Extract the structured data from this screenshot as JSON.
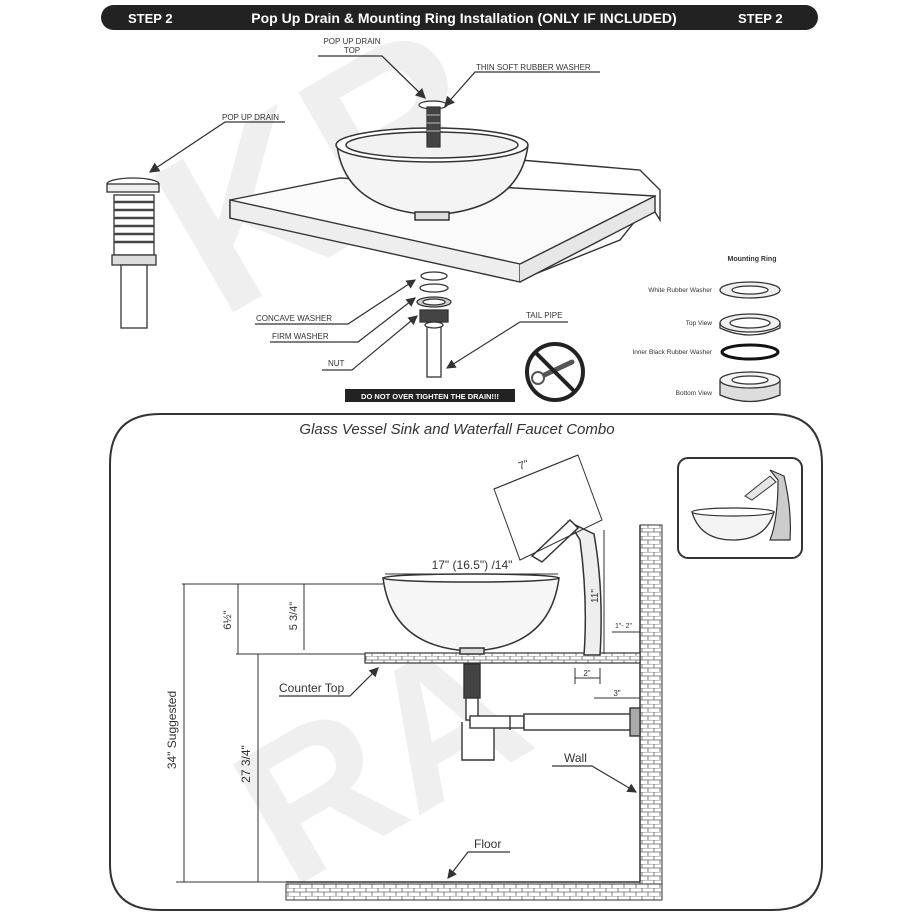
{
  "header": {
    "step_left": "STEP 2",
    "title": "Pop Up Drain & Mounting Ring Installation (ONLY IF INCLUDED)",
    "step_right": "STEP 2"
  },
  "drain": {
    "pop_up_drain_top_line1": "POP UP DRAIN",
    "pop_up_drain_top_line2": "TOP",
    "thin_soft_rubber_washer": "THIN SOFT RUBBER WASHER",
    "pop_up_drain": "POP UP DRAIN",
    "concave_washer": "CONCAVE  WASHER",
    "firm_washer": "FIRM WASHER",
    "nut": "NUT",
    "tail_pipe": "TAIL PIPE",
    "warning": "DO NOT OVER TIGHTEN THE DRAIN!!!"
  },
  "mounting_ring": {
    "title": "Mounting Ring",
    "white_rubber_washer": "White Rubber Washer",
    "top_view": "Top View",
    "inner_black_rubber_washer": "Inner Black Rubber Washer",
    "bottom_view": "Bottom View"
  },
  "combo": {
    "title": "Glass Vessel Sink and Waterfall Faucet Combo",
    "dim_7": "7\"",
    "dim_width": "17\" (16.5\") /14\"",
    "dim_6": "6½\"",
    "dim_5_3_4": "5 3/4\"",
    "dim_11": "11\"",
    "dim_1_2": "1\"- 2\"",
    "dim_2": "2\"",
    "dim_3": "3\"",
    "counter_top": "Counter Top",
    "suggested": "34\" Suggested",
    "dim_27": "27 3/4\"",
    "wall": "Wall",
    "floor": "Floor"
  }
}
